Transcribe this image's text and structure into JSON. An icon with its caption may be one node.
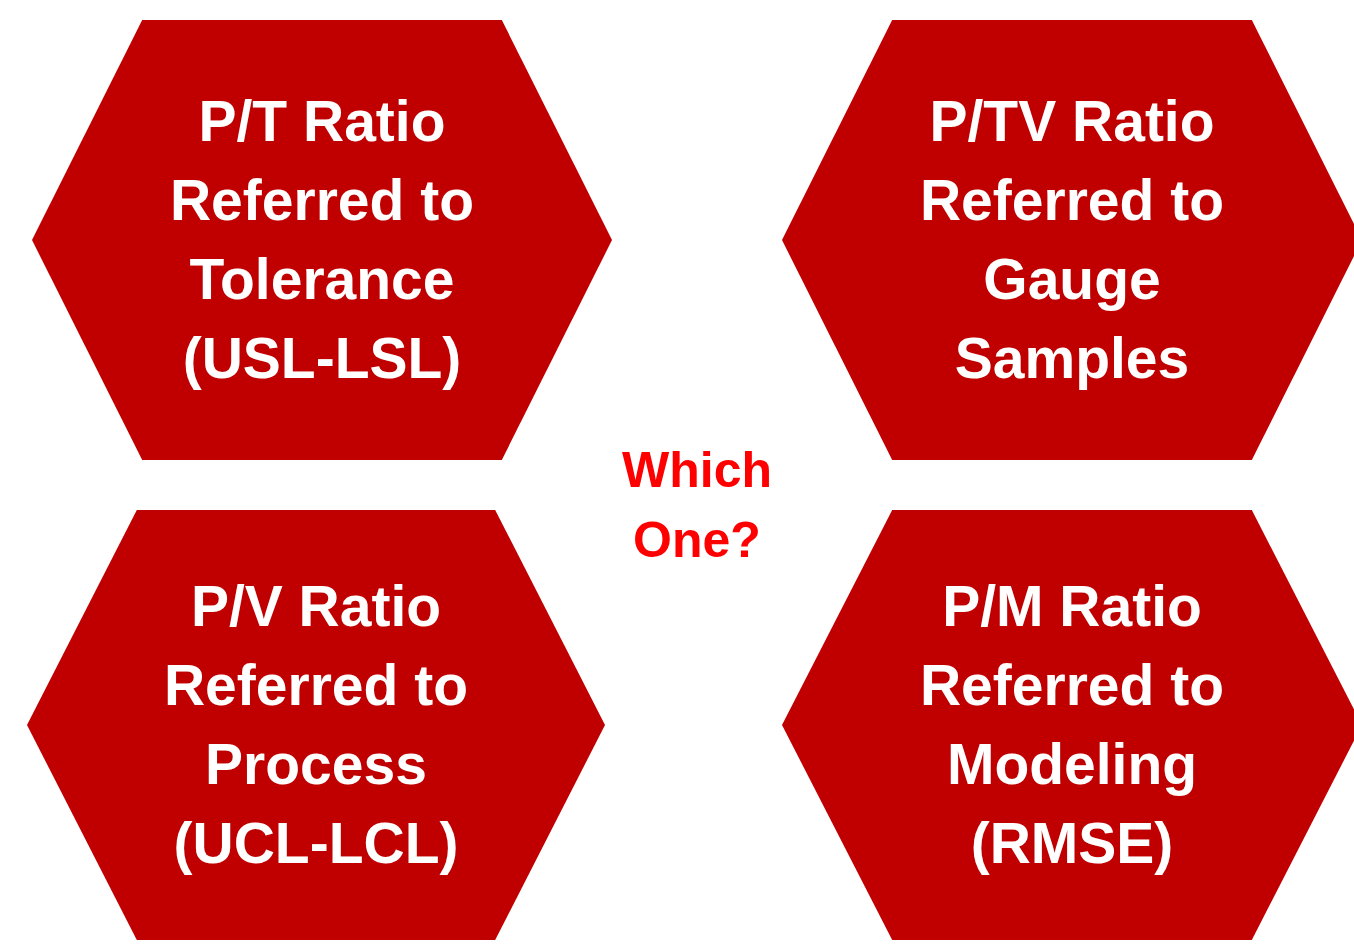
{
  "diagram": {
    "nodes": [
      {
        "text": [
          "P/T Ratio Referred to Tolerance (USL-LSL)"
        ]
      },
      {
        "text": [
          "P/TV Ratio Referred to Gauge Samples"
        ]
      },
      {
        "text": [
          "P/V Ratio Referred to Process (UCL-LCL)"
        ]
      },
      {
        "text": [
          "P/M Ratio Referred to Modeling (RMSE)"
        ]
      }
    ],
    "labels": [
      "Which One?"
    ]
  }
}
